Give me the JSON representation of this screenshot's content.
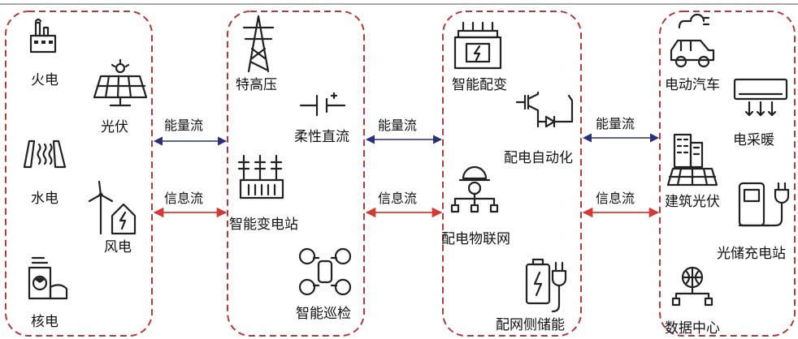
{
  "colors": {
    "panel_border": "#b23a3a",
    "energy_arrow": "#2b2f7a",
    "info_arrow": "#d33b34",
    "top_line": "#777777"
  },
  "panels": [
    {
      "name": "generation",
      "items": [
        "火电",
        "光伏",
        "水电",
        "风电",
        "核电"
      ]
    },
    {
      "name": "transmission",
      "items": [
        "特高压",
        "柔性直流",
        "智能变电站",
        "智能巡检"
      ]
    },
    {
      "name": "distribution",
      "items": [
        "智能配变",
        "配电自动化",
        "配电物联网",
        "配网侧储能"
      ]
    },
    {
      "name": "consumption",
      "items": [
        "电动汽车",
        "电采暖",
        "建筑光伏",
        "光储充电站",
        "数据中心"
      ]
    }
  ],
  "flows": [
    {
      "energy": "能量流",
      "info": "信息流"
    },
    {
      "energy": "能量流",
      "info": "信息流"
    },
    {
      "energy": "能量流",
      "info": "信息流"
    }
  ],
  "icons": [
    "thermal-plant-icon",
    "solar-panel-icon",
    "hydro-dam-icon",
    "wind-turbine-icon",
    "nuclear-plant-icon",
    "transmission-tower-icon",
    "dc-capacitor-icon",
    "substation-icon",
    "inspection-drone-icon",
    "transformer-icon",
    "igbt-switch-icon",
    "iot-network-icon",
    "battery-storage-icon",
    "electric-car-icon",
    "electric-heater-icon",
    "building-solar-icon",
    "charging-station-icon",
    "data-center-icon"
  ]
}
